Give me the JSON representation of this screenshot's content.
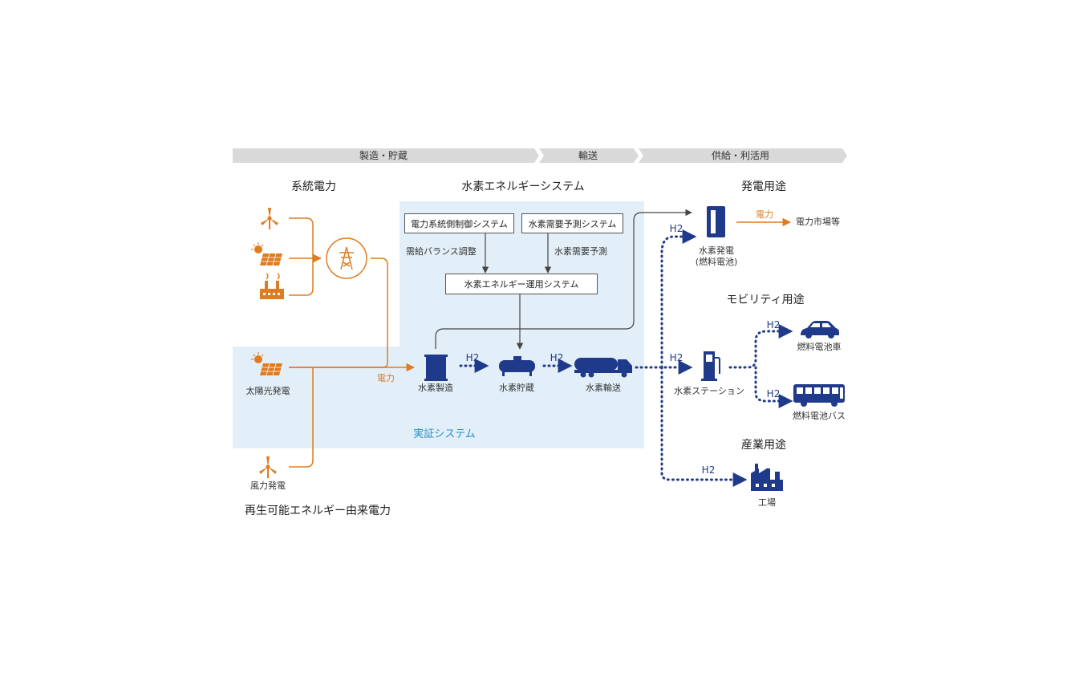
{
  "phases": [
    "製造・貯蔵",
    "輸送",
    "供給・利活用"
  ],
  "headings": {
    "grid_power": "系統電力",
    "hydrogen_system": "水素エネルギーシステム",
    "power_use": "発電用途",
    "mobility_use": "モビリティ用途",
    "industrial_use": "産業用途",
    "renewable_power": "再生可能エネルギー由来電力"
  },
  "system_boxes": {
    "grid_control": "電力系統側制御システム",
    "demand_forecast": "水素需要予測システム",
    "operation": "水素エネルギー運用システム"
  },
  "edge_labels": {
    "balance": "需給バランス調整",
    "demand": "水素需要予測",
    "power": "電力",
    "power_out": "電力",
    "h2": "H2"
  },
  "nodes": {
    "solar": "太陽光発電",
    "wind": "風力発電",
    "production": "水素製造",
    "storage": "水素貯蔵",
    "transport": "水素輸送",
    "fc_power": "水素発電",
    "fc_power_sub": "(燃料電池)",
    "market": "電力市場等",
    "station": "水素ステーション",
    "fcv": "燃料電池車",
    "fc_bus": "燃料電池バス",
    "factory": "工場"
  },
  "demo_label": "実証システム",
  "colors": {
    "orange": "#e07b1f",
    "navy": "#1f3a8a",
    "panel": "#e3eff8",
    "gray_band": "#d9d9d9"
  }
}
